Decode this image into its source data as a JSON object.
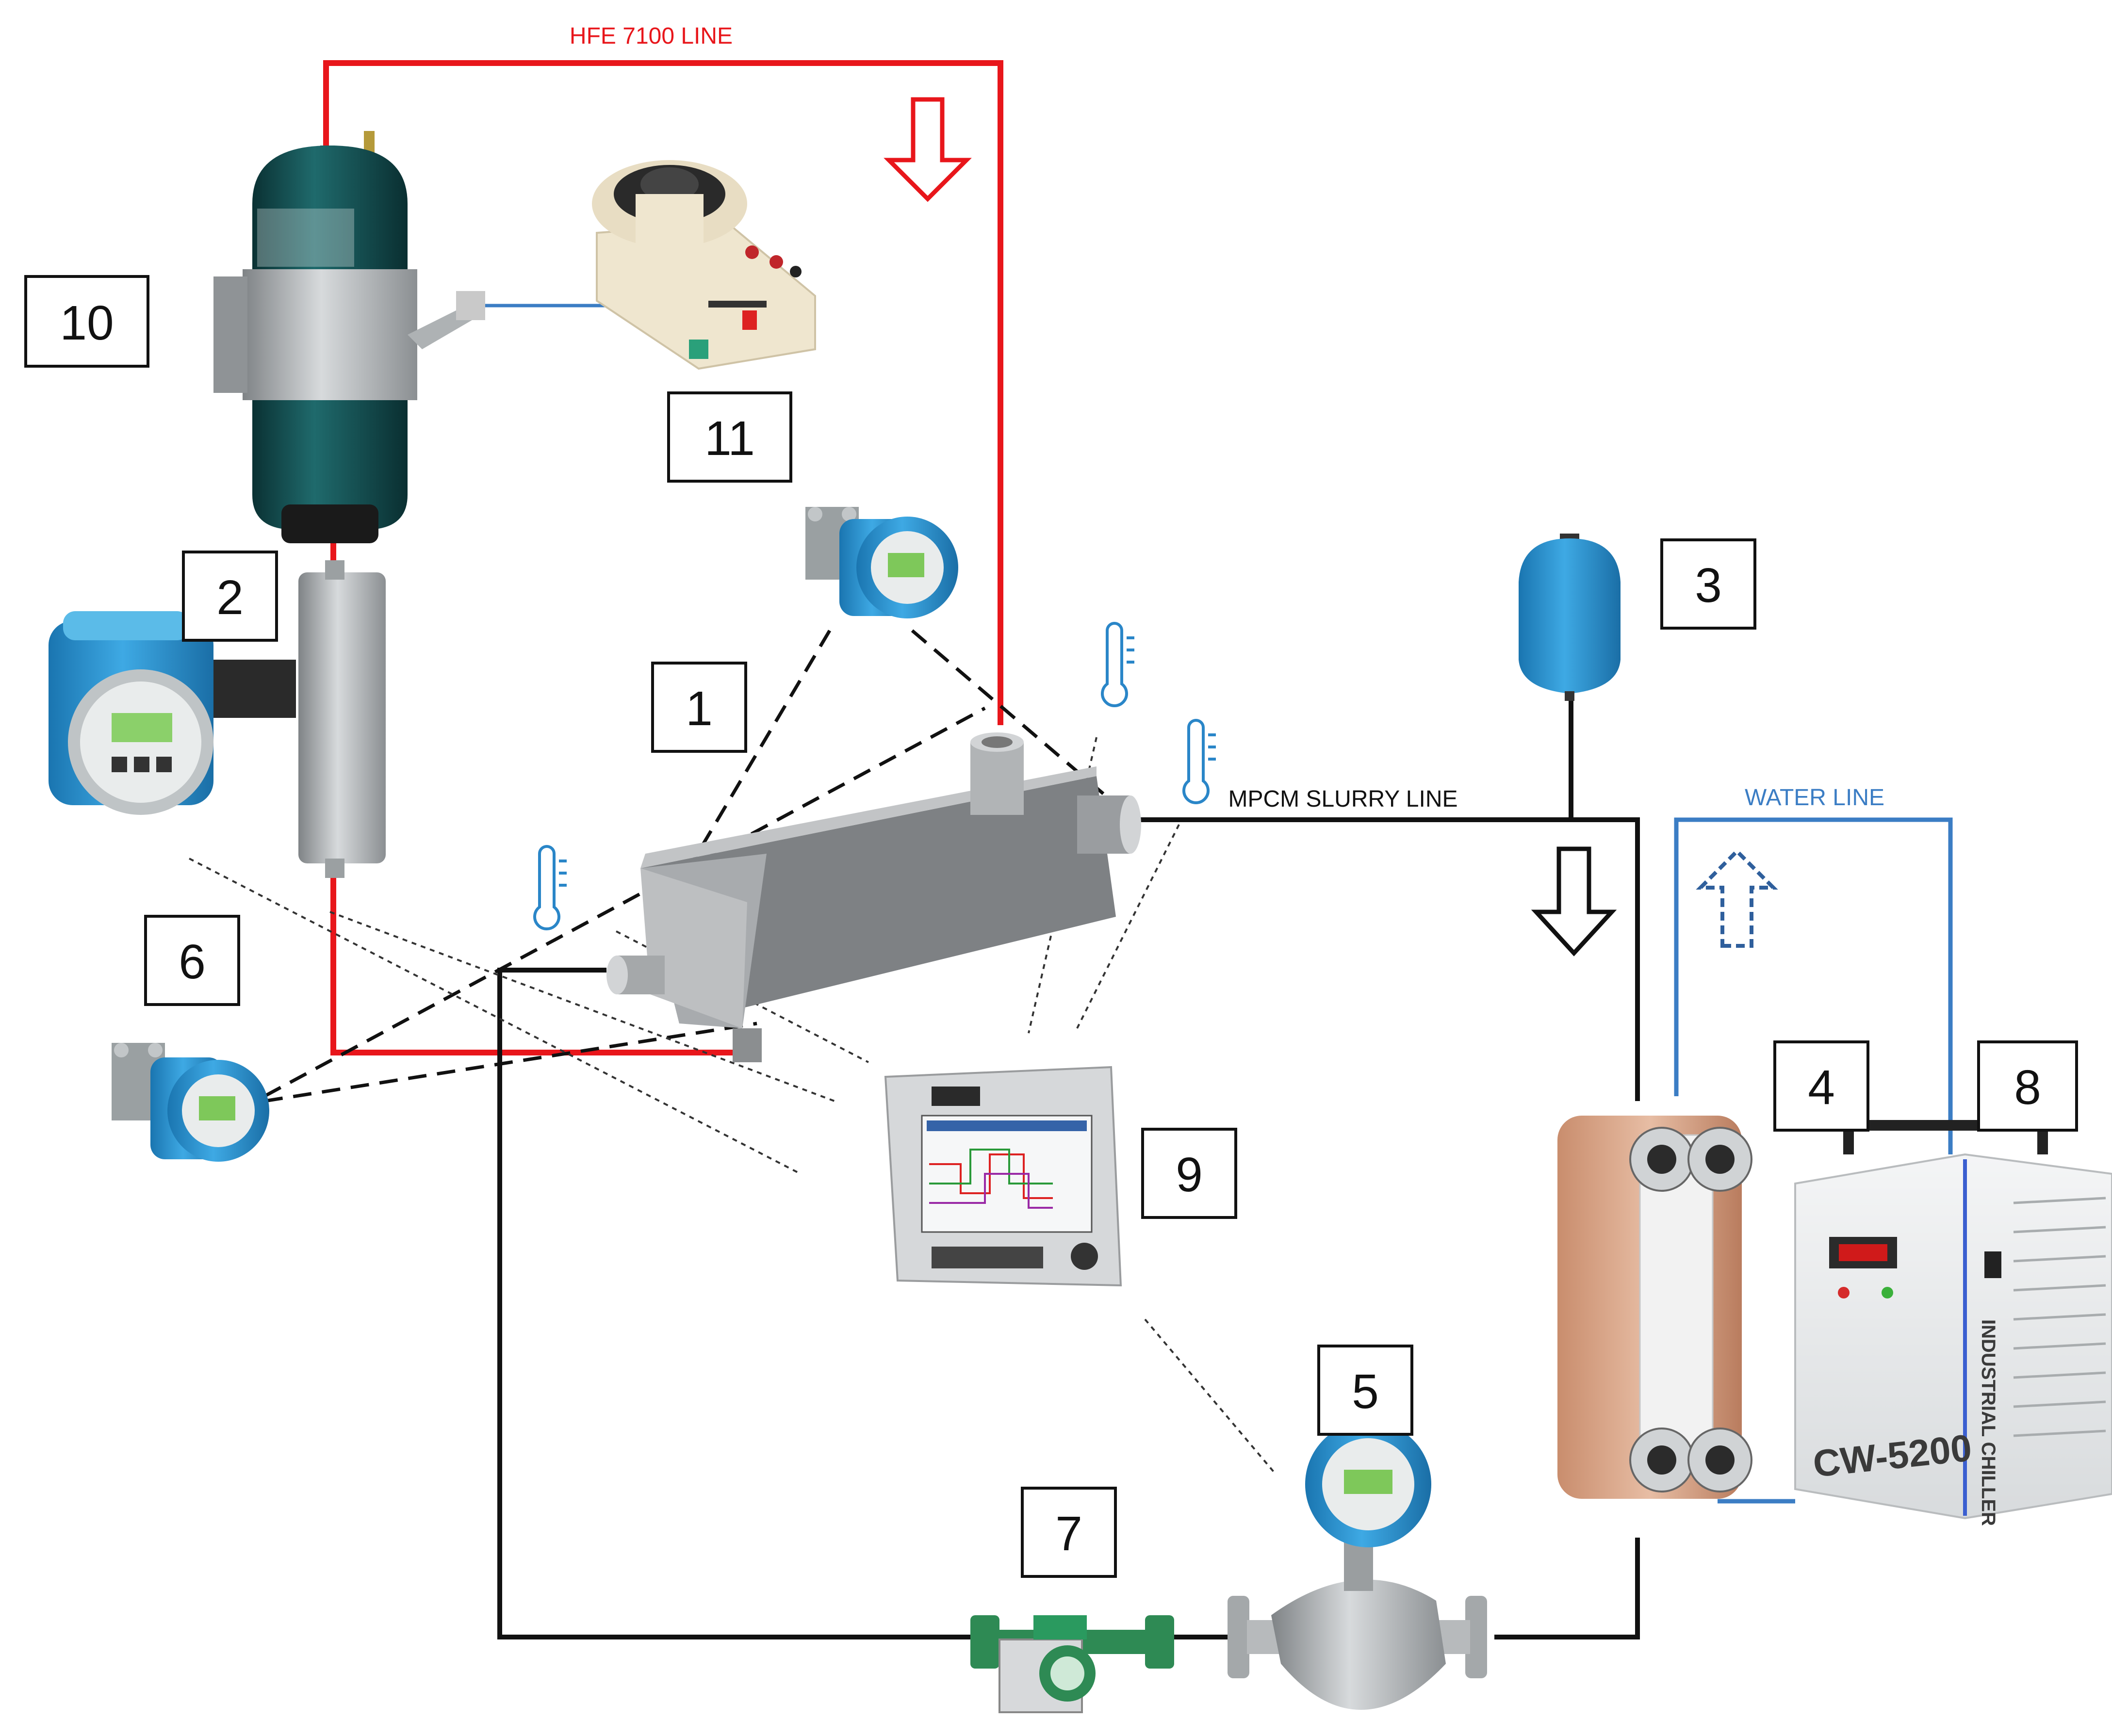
{
  "labels": {
    "hfe_line": "HFE 7100 LINE",
    "mpcm_line": "MPCM SLURRY LINE",
    "water_line": "WATER LINE",
    "chiller_model": "CW-5200",
    "chiller_side": "INDUSTRIAL CHILLER"
  },
  "components": [
    {
      "number": "1",
      "icon": "heat-exchanger-test-section"
    },
    {
      "number": "2",
      "icon": "coriolis-flow-meter"
    },
    {
      "number": "3",
      "icon": "expansion-tank"
    },
    {
      "number": "4",
      "icon": "plate-heat-exchanger"
    },
    {
      "number": "5",
      "icon": "coriolis-mass-flow-meter"
    },
    {
      "number": "6",
      "icon": "differential-pressure-transmitter"
    },
    {
      "number": "7",
      "icon": "circulation-pump"
    },
    {
      "number": "8",
      "icon": "industrial-chiller"
    },
    {
      "number": "9",
      "icon": "data-logger"
    },
    {
      "number": "10",
      "icon": "boiler-tank"
    },
    {
      "number": "11",
      "icon": "variac-transformer"
    }
  ],
  "colors": {
    "hfe_line": "#e8161b",
    "mpcm_line": "#111111",
    "water_line": "#3b7dc4",
    "equipment_blue": "#2c9bd6",
    "tank_green": "#0f4a4c",
    "steel": "#a9adb0"
  }
}
